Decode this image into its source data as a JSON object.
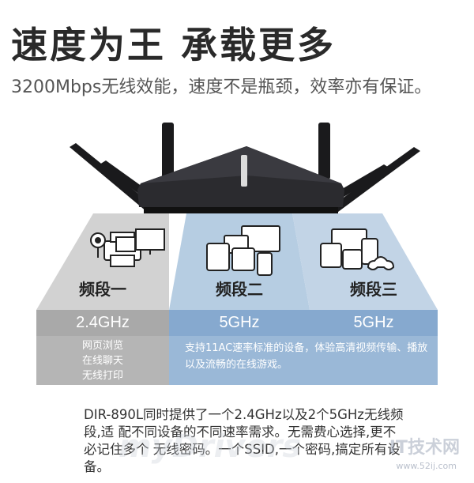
{
  "header": {
    "headline": "速度为王  承载更多",
    "subline": "3200Mbps无线效能，速度不是瓶颈，效率亦有保证。"
  },
  "bands": [
    {
      "label": "频段一",
      "frequency": "2.4GHz"
    },
    {
      "label": "频段二",
      "frequency": "5GHz"
    },
    {
      "label": "频段三",
      "frequency": "5GHz"
    }
  ],
  "band1_uses": [
    "网页浏览",
    "在线聊天",
    "无线打印"
  ],
  "band23_description": "支持11AC速率标准的设备，体验高清视频传输、播放以及流畅的在线游戏。",
  "body_text": "DIR-890L同时提供了一个2.4GHz以及2个5GHz无线频段,适 配不同设备的不同速率需求。无需费心选择,更不必记住多个 无线密码。一个SSID,一个密码,搞定所有设备。",
  "watermark": {
    "brand": "IT技术网",
    "url": "www.52ij.com",
    "ghost": "myDrivers"
  },
  "colors": {
    "gray_panel": "#c9c9c9",
    "blue_panel": "#a7c2dc",
    "gray_bar": "#a9a9a9",
    "blue_bar": "#86a9cf",
    "router_body": "#2b2b2f"
  }
}
